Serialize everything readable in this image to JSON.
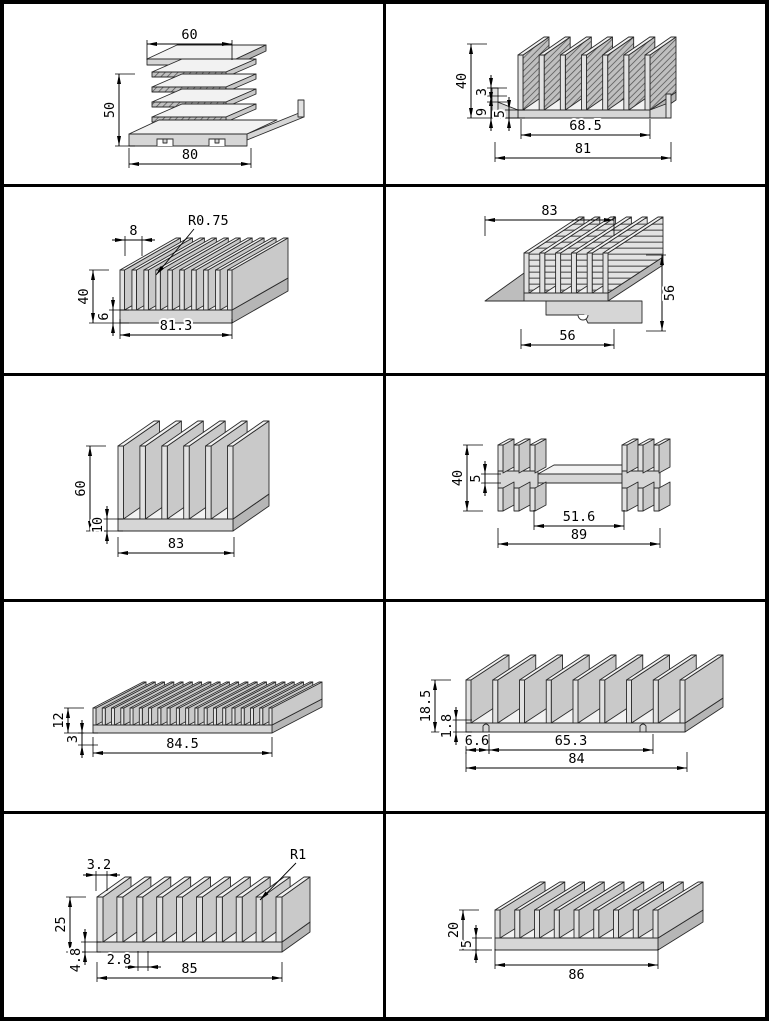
{
  "page": {
    "background": "#ffffff",
    "grid_line_color": "#000000",
    "columns": 2,
    "rows": 5
  },
  "drawing_style": {
    "part_fill": "#d6d6d6",
    "part_fill_light": "#f2f2f2",
    "part_fill_shade": "#b6b6b6",
    "outline_color": "#2b2b2b",
    "dimension_color": "#000000"
  },
  "cells": [
    {
      "dims": {
        "top_width": "60",
        "height": "50",
        "bottom_width": "80"
      }
    },
    {
      "dims": {
        "height": "40",
        "flange_rise": "3",
        "flange_height": "9",
        "base_thickness": "5",
        "fin_span": "68.5",
        "total_width": "81"
      }
    },
    {
      "radius_label": "R0.75",
      "dims": {
        "fin_pitch": "8",
        "height": "40",
        "base_thickness": "6",
        "total_width": "81.3"
      }
    },
    {
      "dims": {
        "top_width": "83",
        "height": "56",
        "bottom_width": "56"
      }
    },
    {
      "dims": {
        "height": "60",
        "base_thickness": "10",
        "total_width": "83"
      }
    },
    {
      "dims": {
        "height": "40",
        "web_thickness": "5",
        "inner_span": "51.6",
        "total_width": "89"
      }
    },
    {
      "dims": {
        "height": "12",
        "base_thickness": "3",
        "total_width": "84.5"
      }
    },
    {
      "dims": {
        "height": "18.5",
        "lip_height": "1.8",
        "edge_offset": "6.6",
        "fin_span": "65.3",
        "total_width": "84"
      }
    },
    {
      "radius_label": "R1",
      "dims": {
        "fin_width": "3.2",
        "fin_height": "25",
        "base_thickness": "4.8",
        "fin_gap": "2.8",
        "total_width": "85"
      }
    },
    {
      "dims": {
        "height": "20",
        "base_thickness": "5",
        "total_width": "86"
      }
    }
  ]
}
